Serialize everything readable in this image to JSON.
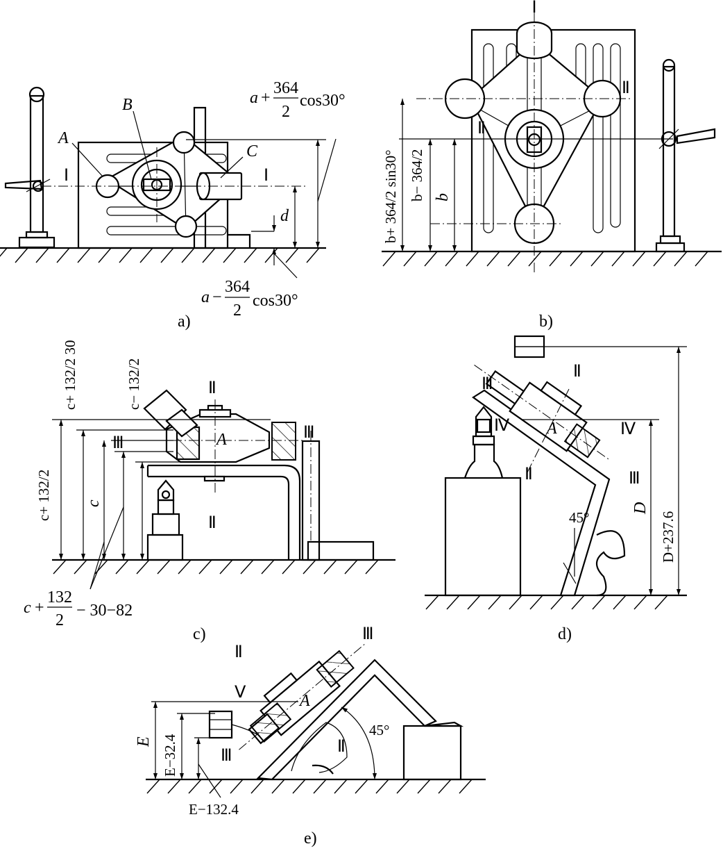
{
  "panels": {
    "a": {
      "caption": "a)",
      "labels": {
        "A": "A",
        "B": "B",
        "C": "C",
        "d": "d",
        "I_left": "Ⅰ",
        "I_right": "Ⅰ"
      },
      "dim_top": {
        "a": "a",
        "plus": "+",
        "num": "364",
        "den": "2",
        "trig": "cos30°"
      },
      "dim_bottom": {
        "a": "a",
        "minus": "−",
        "num": "364",
        "den": "2",
        "trig": "cos30°"
      }
    },
    "b": {
      "caption": "b)",
      "labels": {
        "I": "Ⅰ",
        "II_left": "Ⅱ",
        "II_right": "Ⅱ",
        "b": "b"
      },
      "dim_outer": "b+ 364/2 sin30°",
      "dim_mid": "b− 364/2"
    },
    "c": {
      "caption": "c)",
      "labels": {
        "II_top": "Ⅱ",
        "II_bottom": "Ⅱ",
        "III_left": "Ⅲ",
        "III_right": "Ⅲ",
        "A": "A",
        "c": "c"
      },
      "dim_1": "c+ 132/2",
      "dim_2": "c+ 132/2 30",
      "dim_3": "c− 132/2",
      "dim_bottom": {
        "c": "c",
        "plus": "+",
        "num": "132",
        "den": "2",
        "rest": "− 30−82"
      }
    },
    "d": {
      "caption": "d)",
      "labels": {
        "II_top": "Ⅱ",
        "II_bottom": "Ⅱ",
        "III_top": "Ⅲ",
        "III_right": "Ⅲ",
        "IV_left": "Ⅳ",
        "IV_right": "Ⅳ",
        "A": "A",
        "D": "D",
        "angle": "45°"
      },
      "dim_total": "D+237.6"
    },
    "e": {
      "caption": "e)",
      "labels": {
        "II_top": "Ⅱ",
        "II_right": "Ⅱ",
        "III_top": "Ⅲ",
        "III_left": "Ⅲ",
        "V": "Ⅴ",
        "A": "A",
        "E": "E",
        "angle": "45°"
      },
      "dim_mid": "E−32.4",
      "dim_bottom": "E−132.4"
    }
  }
}
